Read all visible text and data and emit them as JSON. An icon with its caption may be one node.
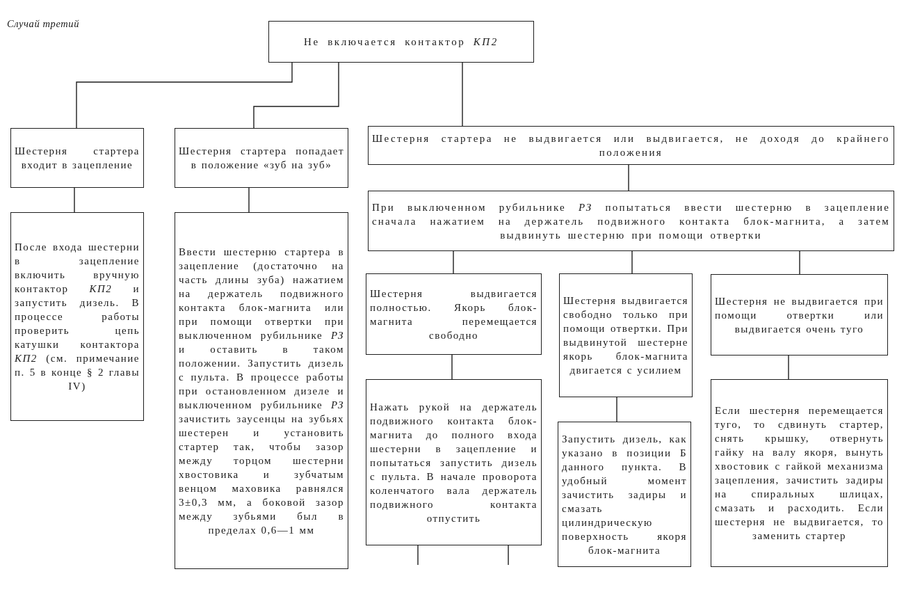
{
  "diagram": {
    "title": "Случай третий",
    "nodes": [
      {
        "text": [
          "Не включается контактор *КП2*"
        ]
      },
      {
        "text": [
          "Шестерня стартера входит в зацепление"
        ]
      },
      {
        "text": [
          "После входа шестерни в зацепление включить вручную контактор *КП2* и запустить дизель. В процессе работы проверить цепь катушки контактора *КП2* (см. примечание п. 5 в конце § 2 главы IV)"
        ]
      },
      {
        "text": [
          "Шестерня стартера попадает в положение «зуб на зуб»"
        ]
      },
      {
        "text": [
          "Ввести шестерню стартера в зацепление (достаточно на часть длины зуба) нажатием на держатель подвижного контакта блок-магнита или при помощи отвертки при выключенном рубильнике *РЗ* и оставить в таком положении. Запустить дизель с пульта. В процессе работы при остановленном дизеле и выключенном рубильнике *РЗ* зачистить заусенцы на зубьях шестерен и установить стартер так, чтобы зазор между торцом шестерни хвостовика и зубчатым венцом маховика равнялся 3±0,3 мм, а боковой зазор между зубьями был в пределах 0,6—1 мм"
        ]
      },
      {
        "text": [
          "Шестерня стартера не выдвигается или выдвигается, не доходя до крайнего положения"
        ]
      },
      {
        "text": [
          "При выключенном рубильнике *РЗ* попытаться ввести шестерню в зацепление сначала нажатием на держатель подвижного контакта блок-магнита, а затем выдвинуть шестерню при помощи отвертки"
        ]
      },
      {
        "text": [
          "Шестерня выдвигается полностью. Якорь блок-магнита перемещается свободно"
        ]
      },
      {
        "text": [
          "Нажать рукой на держатель подвижного контакта блок-магнита до полного входа шестерни в зацепление и попытаться запустить дизель с пульта. В начале проворота коленчатого вала держатель подвижного контакта отпустить"
        ]
      },
      {
        "text": [
          "Шестерня выдвигается свободно только при помощи отвертки. При выдвинутой шестерне якорь блок-магнита двигается с усилием"
        ]
      },
      {
        "text": [
          "Запустить дизель, как указано в позиции Б данного пункта. В удобный момент зачистить задиры и смазать цилиндрическую поверхность якоря блок-магнита"
        ]
      },
      {
        "text": [
          "Шестерня не выдвигается при помощи отвертки или выдвигается очень туго"
        ]
      },
      {
        "text": [
          "Если шестерня перемещается туго, то сдвинуть стартер, снять крышку, отвернуть гайку на валу якоря, вынуть хвостовик с гайкой механизма зацепления, зачистить задиры на спиральных шлицах, смазать и расходить. Если шестерня не выдвигается, то заменить стартер"
        ]
      }
    ],
    "edges": [
      {
        "from": 0,
        "to": 1,
        "arrow": "none"
      },
      {
        "from": 0,
        "to": 3,
        "arrow": "none"
      },
      {
        "from": 0,
        "to": 5,
        "arrow": "none"
      },
      {
        "from": 1,
        "to": 2,
        "arrow": "none"
      },
      {
        "from": 3,
        "to": 4,
        "arrow": "none"
      },
      {
        "from": 5,
        "to": 6,
        "arrow": "none"
      },
      {
        "from": 6,
        "to": 7,
        "arrow": "none"
      },
      {
        "from": 6,
        "to": 9,
        "arrow": "none"
      },
      {
        "from": 6,
        "to": 11,
        "arrow": "none"
      },
      {
        "from": 7,
        "to": 8,
        "arrow": "none"
      },
      {
        "from": 9,
        "to": 10,
        "arrow": "none"
      },
      {
        "from": 11,
        "to": 12,
        "arrow": "none"
      },
      {
        "from": 8,
        "to": null,
        "arrow": "none"
      },
      {
        "from": 8,
        "to": null,
        "arrow": "none"
      }
    ]
  }
}
